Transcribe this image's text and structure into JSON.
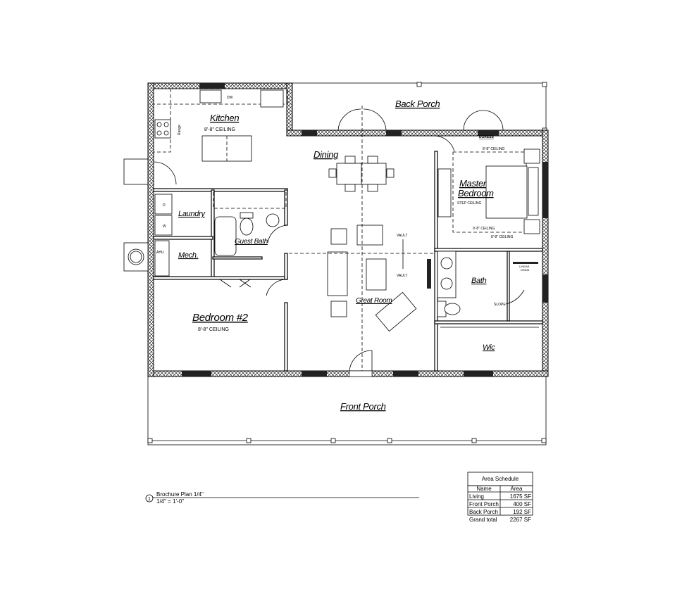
{
  "plan": {
    "rooms": {
      "kitchen": "Kitchen",
      "kitchen_ceiling": "8'-8\" CEILING",
      "range": "Range",
      "dw": "DW",
      "dining": "Dining",
      "back_porch": "Back Porch",
      "egress": "EGRESS",
      "master_ceiling_top": "8'-8\" CEILING",
      "master_line1": "Master",
      "master_line2": "Bedroom",
      "step_ceiling": "STEP CEILING",
      "master_ceiling_mid": "9'-8\" CEILING",
      "master_ceiling_bottom": "8'-8\" CEILING",
      "laundry": "Laundry",
      "dryer": "D",
      "washer": "W",
      "mech": "Mech.",
      "ahu": "AHU",
      "guest_bath": "Guest Bath",
      "vault_top": "VAULT",
      "vault_bottom": "VAULT",
      "great_room": "Great Room",
      "bath": "Bath",
      "linear_drain_1": "LINEAR",
      "linear_drain_2": "DRAIN",
      "slope": "SLOPE",
      "wic": "Wic",
      "bedroom2": "Bedroom #2",
      "bedroom2_ceiling": "8'-8\" CEILING",
      "front_porch": "Front Porch"
    }
  },
  "title_block": {
    "number": "1",
    "title": "Brochure Plan 1/4\"",
    "scale": "1/4\" = 1'-0\""
  },
  "area_schedule": {
    "title": "Area Schedule",
    "headers": [
      "Name",
      "Area"
    ],
    "rows": [
      {
        "name": "Living",
        "area": "1675 SF"
      },
      {
        "name": "Front Porch",
        "area": "400 SF"
      },
      {
        "name": "Back Porch",
        "area": "192 SF"
      }
    ],
    "total": {
      "name": "Grand total",
      "area": "2267 SF"
    }
  }
}
